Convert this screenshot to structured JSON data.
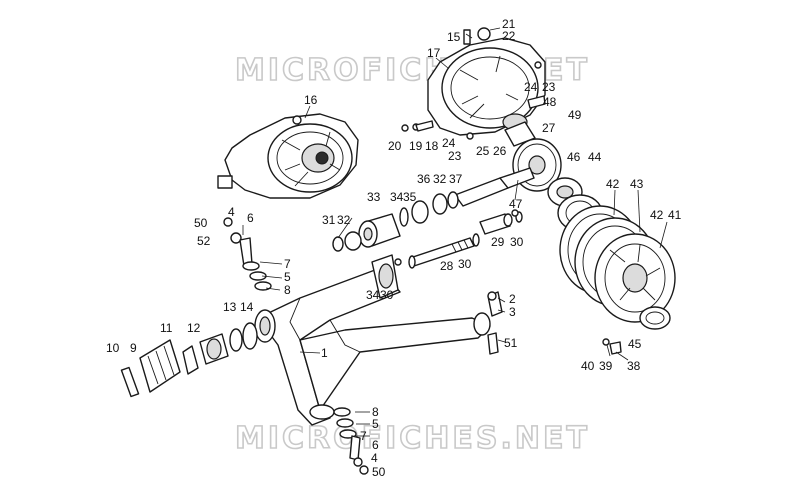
{
  "watermarks": [
    "MICROFICHES.NET",
    "MICROFICHES.NET"
  ],
  "part_labels": [
    "1",
    "2",
    "3",
    "4",
    "5",
    "6",
    "7",
    "8",
    "9",
    "10",
    "11",
    "12",
    "13",
    "14",
    "15",
    "16",
    "17",
    "18",
    "19",
    "20",
    "21",
    "22",
    "23",
    "24",
    "25",
    "26",
    "27",
    "28",
    "29",
    "30",
    "31",
    "32",
    "33",
    "34",
    "35",
    "36",
    "37",
    "38",
    "39",
    "40",
    "41",
    "42",
    "43",
    "44",
    "45",
    "46",
    "47",
    "48",
    "49",
    "50",
    "51",
    "52"
  ],
  "colors": {
    "ink": "#1a1a1a",
    "watermark": "#c9c9c9",
    "background": "#ffffff"
  }
}
